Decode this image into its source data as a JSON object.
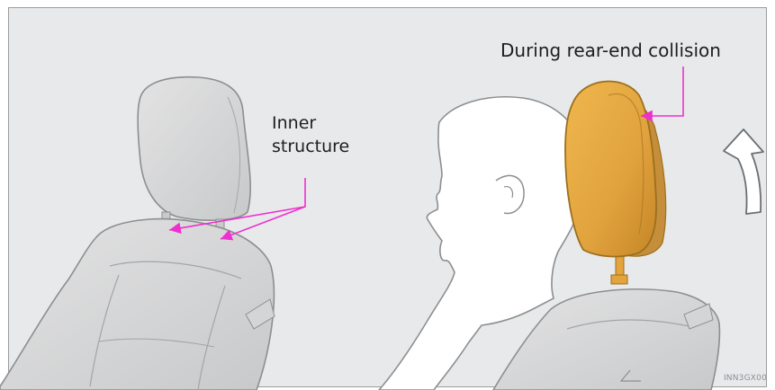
{
  "labels": {
    "inner_structure_line1": "Inner",
    "inner_structure_line2": "structure",
    "rear_end_collision": "During rear-end collision"
  },
  "image_code": "INN3GX00",
  "colors": {
    "background": "#e8e9ea",
    "leader_line": "#ef2fd0",
    "headrest_active": "#e2a43b",
    "seat": "#d9d9da",
    "seat_outline": "#8c8e90"
  },
  "icons": [
    "headrest-icon",
    "seat-icon",
    "occupant-silhouette-icon",
    "motion-arrow-icon"
  ]
}
